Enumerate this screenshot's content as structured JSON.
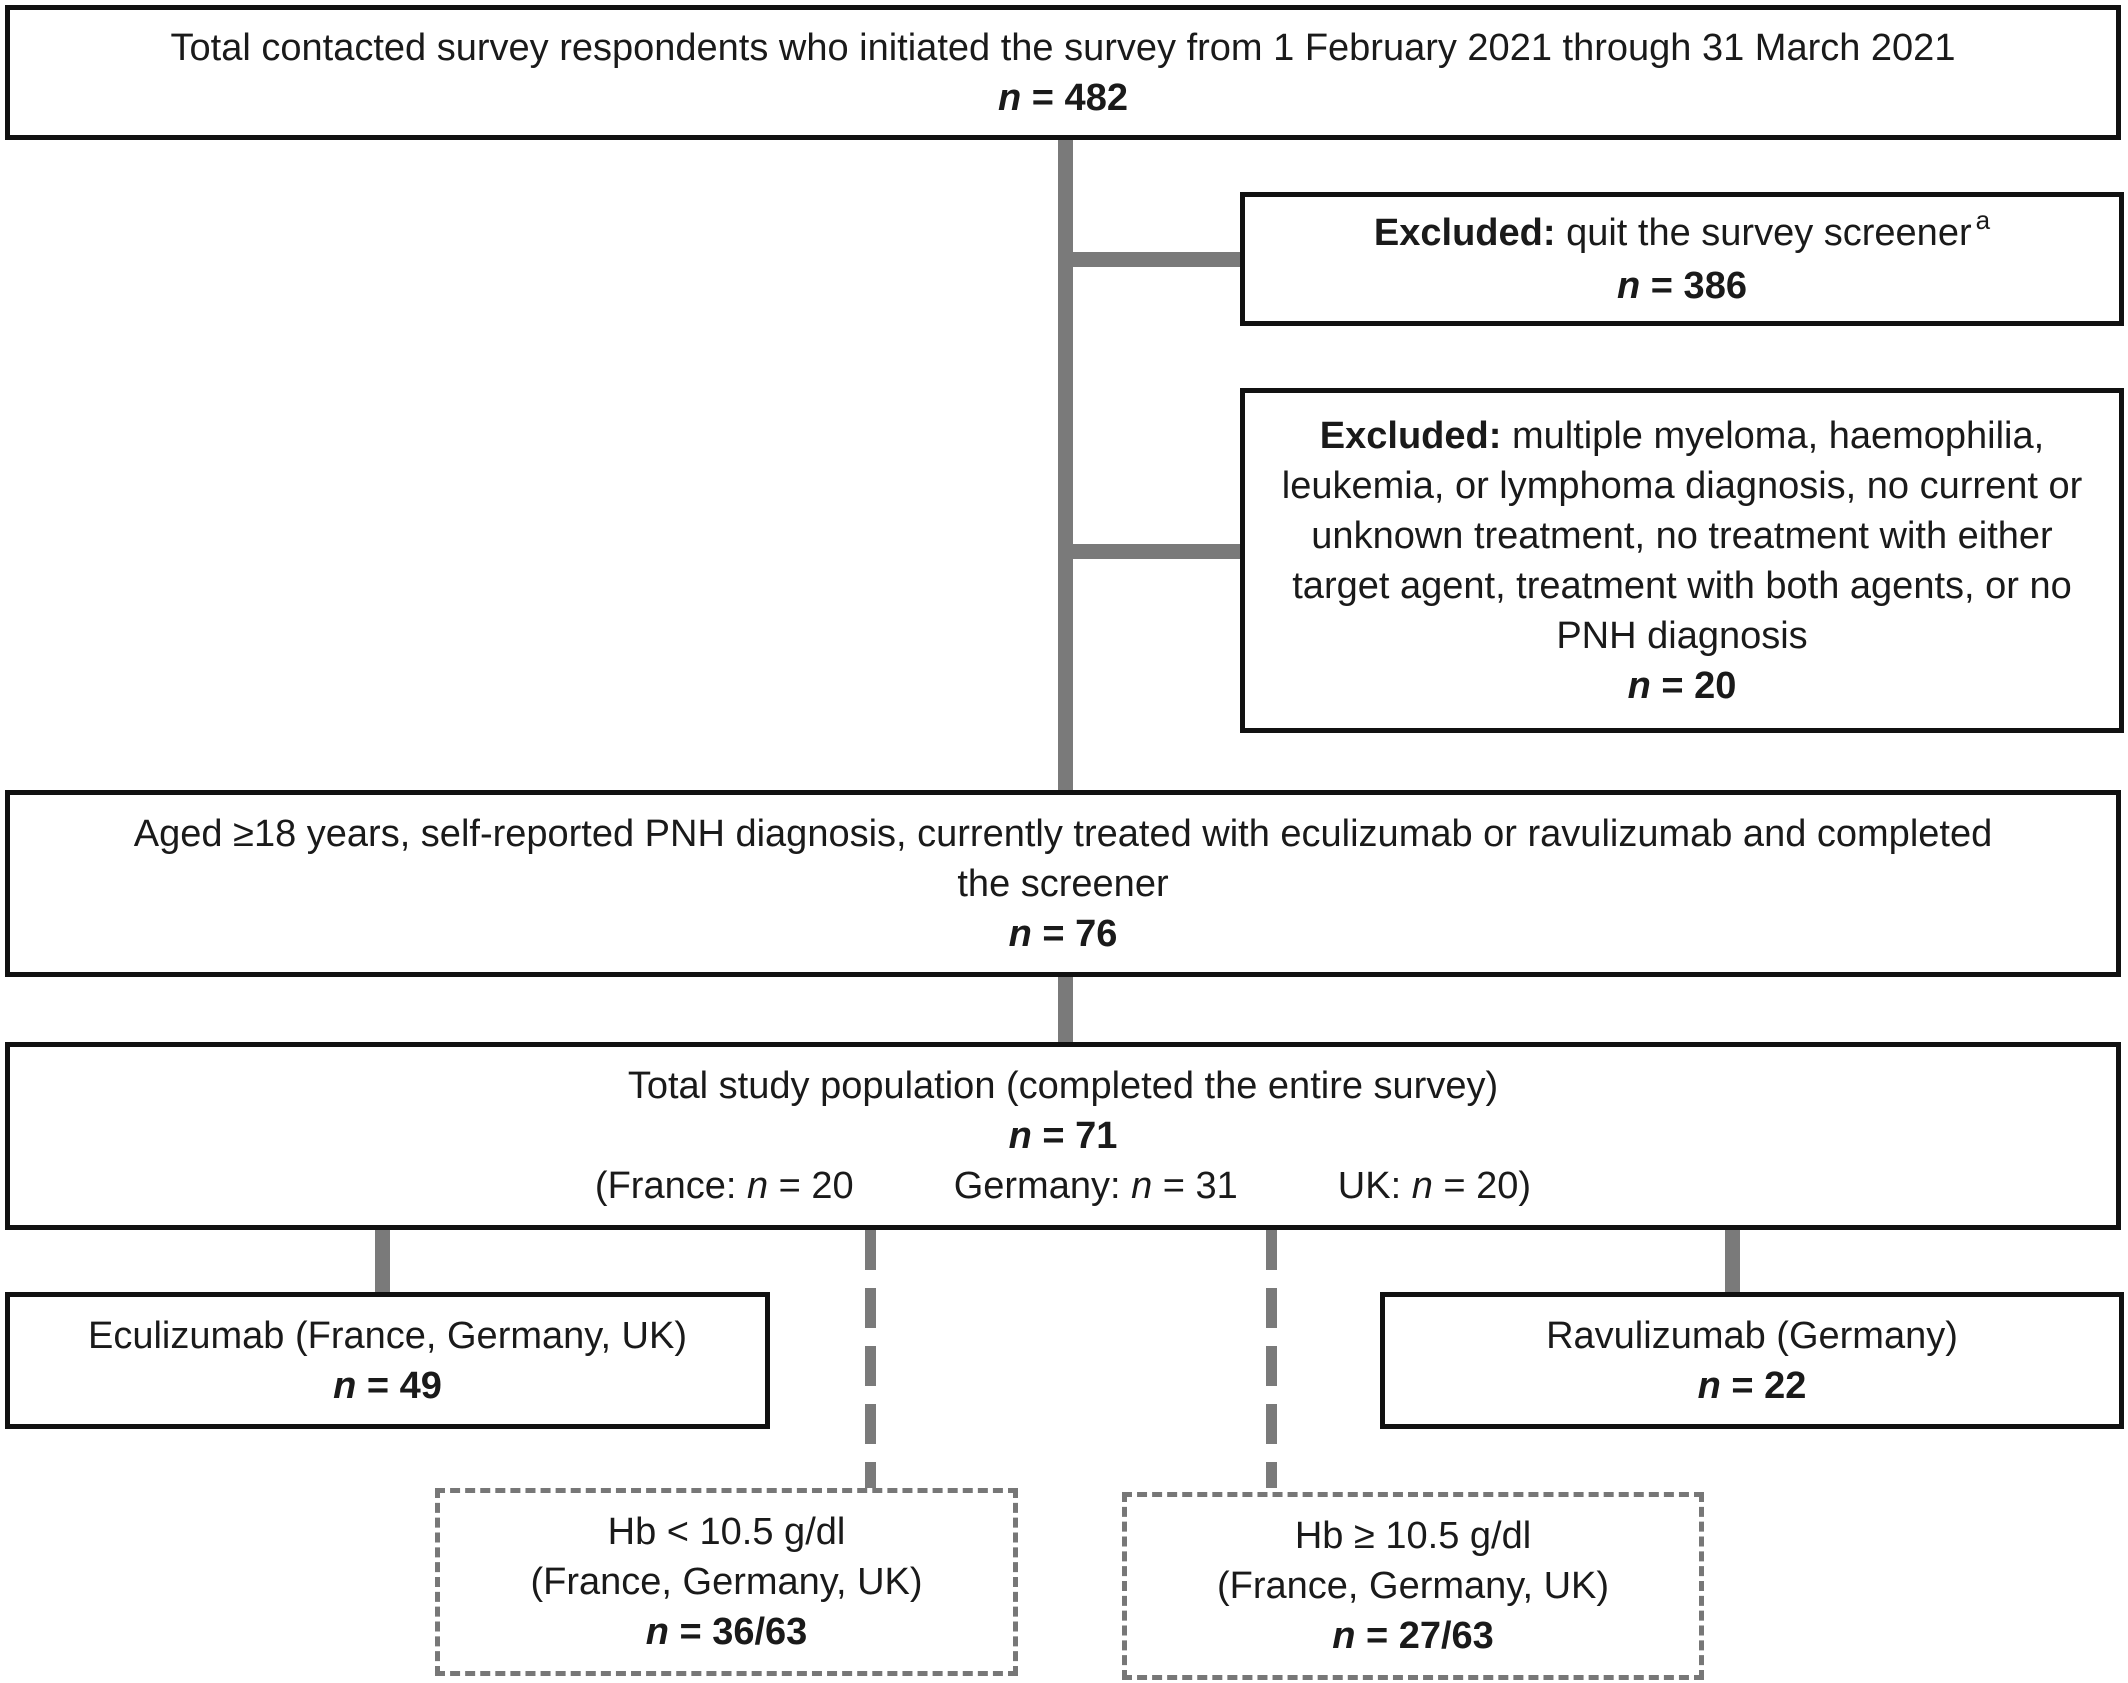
{
  "nodes": {
    "total": {
      "text": "Total contacted survey respondents who initiated the survey from 1 February 2021 through 31 March 2021",
      "n_label": "n",
      "n_value": " = 482"
    },
    "excluded1": {
      "label": "Excluded:",
      "text": " quit the survey screener",
      "footnote": "a",
      "n_label": "n",
      "n_value": " = 386"
    },
    "excluded2": {
      "label": "Excluded:",
      "text": " multiple myeloma, haemophilia, leukemia, or lymphoma diagnosis, no current or unknown treatment, no treatment with either target agent, treatment with both agents, or no PNH diagnosis",
      "n_label": "n",
      "n_value": " = 20"
    },
    "aged": {
      "text": "Aged ≥18 years, self-reported PNH diagnosis, currently treated with eculizumab or ravulizumab and completed the screener",
      "n_label": "n",
      "n_value": " = 76"
    },
    "study": {
      "text": "Total study population (completed the entire survey)",
      "n_label": "n",
      "n_value": " = 71",
      "countries": {
        "france_prefix": "(France: ",
        "france_n": "n",
        "france_value": " = 20",
        "germany_prefix": "Germany: ",
        "germany_n": "n",
        "germany_value": " = 31",
        "uk_prefix": "UK: ",
        "uk_n": "n",
        "uk_value": " = 20)"
      }
    },
    "eculizumab": {
      "text": "Eculizumab (France, Germany, UK)",
      "n_label": "n",
      "n_value": " = 49"
    },
    "ravulizumab": {
      "text": "Ravulizumab (Germany)",
      "n_label": "n",
      "n_value": " = 22"
    },
    "hb_low": {
      "line1": "Hb < 10.5 g/dl",
      "line2": "(France, Germany, UK)",
      "n_label": "n",
      "n_value": " = 36/63"
    },
    "hb_high": {
      "line1": "Hb ≥ 10.5 g/dl",
      "line2": "(France, Germany, UK)",
      "n_label": "n",
      "n_value": " = 27/63"
    }
  }
}
